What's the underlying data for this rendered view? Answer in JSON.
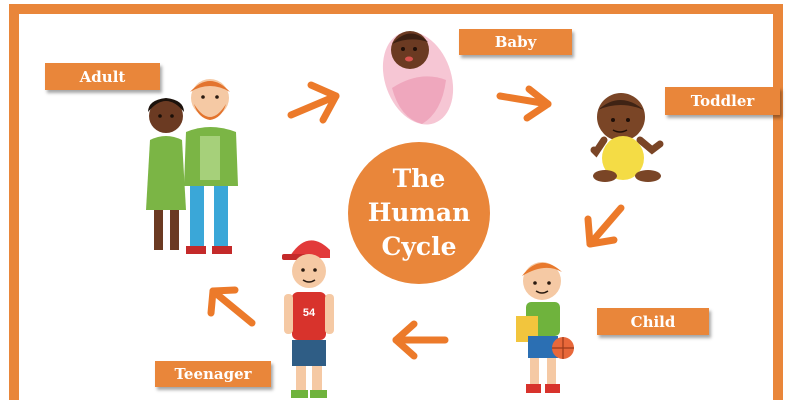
{
  "center": {
    "lines": [
      "The",
      "Human",
      "Cycle"
    ]
  },
  "stages": {
    "baby": "Baby",
    "toddler": "Toddler",
    "child": "Child",
    "teenager": "Teenager",
    "adult": "Adult"
  },
  "teen_jersey_number": "54",
  "colors": {
    "accent": "#e9863a",
    "arrow": "#ec7a2a",
    "frame": "#e9863a"
  }
}
